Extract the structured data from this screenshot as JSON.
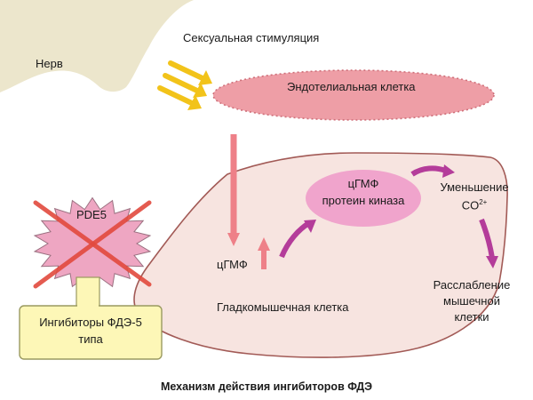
{
  "labels": {
    "nerve": "Нерв",
    "sexual_stimulation": "Сексуальная стимуляция",
    "endothelial_cell": "Эндотелиальная клетка",
    "cgmp_small": "цГМФ",
    "cgmp_kinase_line1": "цГМФ",
    "cgmp_kinase_line2": "протеин киназа",
    "reduction_line1": "Уменьшение",
    "reduction_line2": "CO",
    "reduction_sup": "2+",
    "relaxation_line1": "Расслабление",
    "relaxation_line2": "мышечной",
    "relaxation_line3": "клетки",
    "smooth_muscle_cell": "Гладкомышечная клетка",
    "pde5": "PDE5",
    "inhibitors_line1": "Ингибиторы ФДЭ-5",
    "inhibitors_line2": "типа"
  },
  "caption": "Механизм действия ингибиторов ФДЭ",
  "colors": {
    "nerve": "#ece6cc",
    "endothelial_fill": "#ee9ea6",
    "muscle_fill": "#f7e4e0",
    "muscle_stroke": "#a25a56",
    "kinase_fill": "#f0a4cc",
    "magenta_arrow": "#b43c9a",
    "salmon_arrow": "#ee8088",
    "yellow_arrow": "#f2c31a",
    "star_fill": "#eea6c2",
    "cross": "#e24a3e",
    "inhibitor_box": "#fdf7b7",
    "inhibitor_stroke": "#9a9a60"
  },
  "icons": [
    "nerve-shape",
    "stimulation-arrows-icon",
    "pde5-star-icon",
    "cross-out-icon"
  ]
}
